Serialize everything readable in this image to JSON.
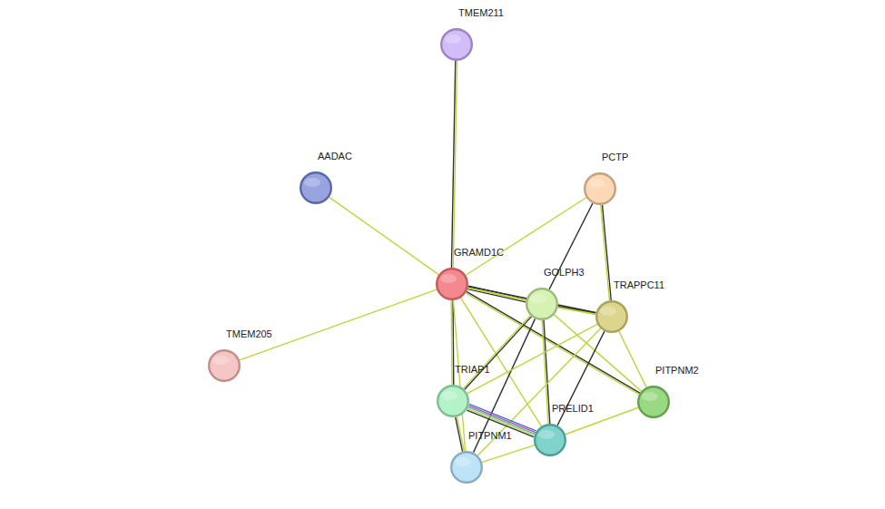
{
  "diagram": {
    "nodes": [
      {
        "text": [
          "TMEM211"
        ]
      },
      {
        "text": [
          "AADAC"
        ]
      },
      {
        "text": [
          "PCTP"
        ]
      },
      {
        "text": [
          "GRAMD1C"
        ]
      },
      {
        "text": [
          "GOLPH3"
        ]
      },
      {
        "text": [
          "TRAPPC11"
        ]
      },
      {
        "text": [
          "TMEM205"
        ]
      },
      {
        "text": [
          "TRIAP1"
        ]
      },
      {
        "text": [
          "PITPNM2"
        ]
      },
      {
        "text": [
          "PRELID1"
        ]
      },
      {
        "text": [
          "PITPNM1"
        ]
      }
    ],
    "edges": [
      {
        "from": 3,
        "to": 0,
        "arrow": "none"
      },
      {
        "from": 3,
        "to": 1,
        "arrow": "none"
      },
      {
        "from": 3,
        "to": 6,
        "arrow": "none"
      },
      {
        "from": 3,
        "to": 2,
        "arrow": "none"
      },
      {
        "from": 3,
        "to": 4,
        "arrow": "none"
      },
      {
        "from": 3,
        "to": 5,
        "arrow": "none"
      },
      {
        "from": 3,
        "to": 7,
        "arrow": "none"
      },
      {
        "from": 3,
        "to": 10,
        "arrow": "none"
      },
      {
        "from": 3,
        "to": 9,
        "arrow": "none"
      },
      {
        "from": 3,
        "to": 8,
        "arrow": "none"
      },
      {
        "from": 2,
        "to": 4,
        "arrow": "none"
      },
      {
        "from": 2,
        "to": 5,
        "arrow": "none"
      },
      {
        "from": 4,
        "to": 5,
        "arrow": "none"
      },
      {
        "from": 4,
        "to": 7,
        "arrow": "none"
      },
      {
        "from": 4,
        "to": 9,
        "arrow": "none"
      },
      {
        "from": 4,
        "to": 10,
        "arrow": "none"
      },
      {
        "from": 4,
        "to": 8,
        "arrow": "none"
      },
      {
        "from": 5,
        "to": 7,
        "arrow": "none"
      },
      {
        "from": 5,
        "to": 9,
        "arrow": "none"
      },
      {
        "from": 5,
        "to": 10,
        "arrow": "none"
      },
      {
        "from": 5,
        "to": 8,
        "arrow": "none"
      },
      {
        "from": 7,
        "to": 9,
        "arrow": "none"
      },
      {
        "from": 7,
        "to": 10,
        "arrow": "none"
      },
      {
        "from": 10,
        "to": 9,
        "arrow": "none"
      },
      {
        "from": 9,
        "to": 8,
        "arrow": "none"
      }
    ]
  }
}
